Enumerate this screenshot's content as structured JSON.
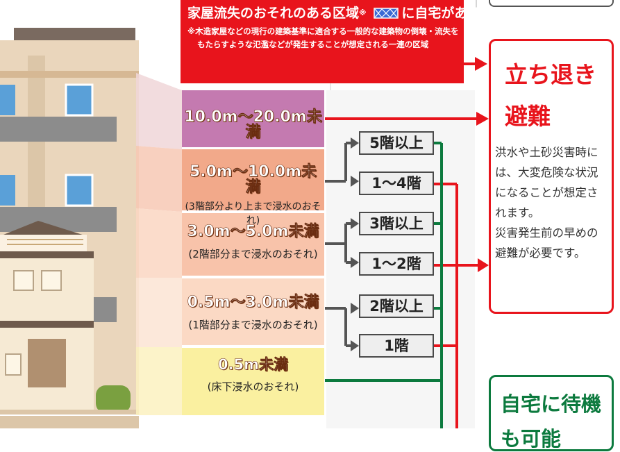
{
  "header": {
    "title": "家屋流失のおそれのある区域",
    "mark": "※",
    "title_suffix": "に自宅がある",
    "note_line1": "※木造家屋などの現行の建築基準に適合する一般的な建築物の倒壊・流失を",
    "note_line2": "もたらすような氾濫などが発生することが想定される一連の区域"
  },
  "bands": [
    {
      "depth": "10.0m～20.0m未満",
      "note": ""
    },
    {
      "depth": "5.0m～10.0m未満",
      "note": "(3階部分より上まで浸水のおそれ)"
    },
    {
      "depth": "3.0m～5.0m未満",
      "note": "(2階部分まで浸水のおそれ)"
    },
    {
      "depth": "0.5m～3.0m未満",
      "note": "(1階部分まで浸水のおそれ)"
    },
    {
      "depth": "0.5m未満",
      "note": "(床下浸水のおそれ)"
    }
  ],
  "floors": [
    "5階以上",
    "1～4階",
    "3階以上",
    "1～2階",
    "2階以上",
    "1階"
  ],
  "evacuate": {
    "title_line1": "立ち退き",
    "title_line2": "避難",
    "desc": [
      "洪水や土砂災害時に",
      "は、大変危険な状況",
      "になることが想定さ",
      "れます。",
      "災害発生前の早めの",
      "避難が必要です。"
    ]
  },
  "stay": {
    "title_line1": "自宅に待機",
    "title_line2": "も可能"
  },
  "colors": {
    "header_red": "#e8141c",
    "evac_red": "#e8141c",
    "stay_green": "#0c7a3e",
    "band1": "#c47ab0",
    "band2": "#f2a98a",
    "band3": "#f8c3aa",
    "band4": "#fbd9c4",
    "band5": "#faf0a0"
  }
}
